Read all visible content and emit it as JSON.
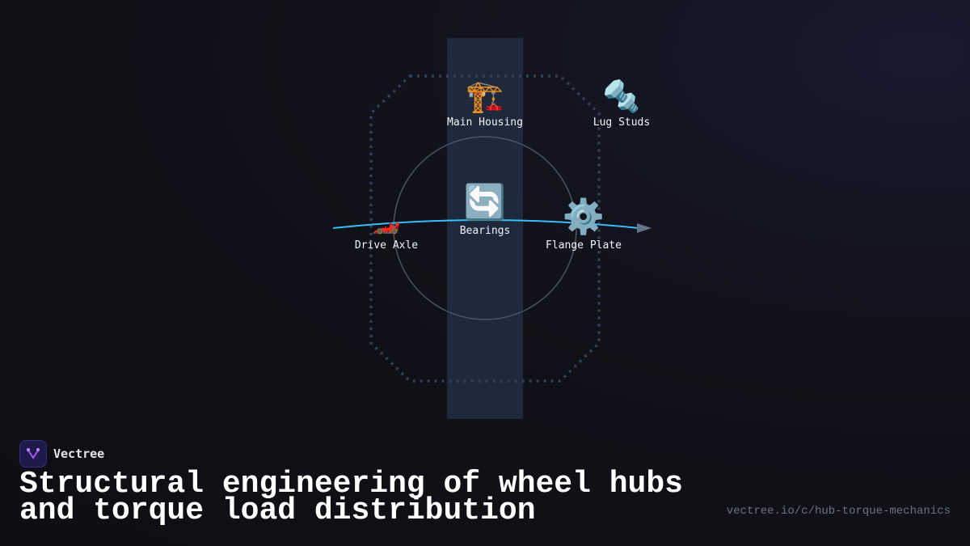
{
  "diagram": {
    "nodes": [
      {
        "id": "main-housing",
        "label": "Main Housing",
        "icon": "🏗️",
        "icon_name": "construction-crane-icon"
      },
      {
        "id": "lug-studs",
        "label": "Lug Studs",
        "icon": "🔩",
        "icon_name": "nut-and-bolt-icon"
      },
      {
        "id": "bearings",
        "label": "Bearings",
        "icon": "🔄",
        "icon_name": "counterclockwise-arrows-icon"
      },
      {
        "id": "drive-axle",
        "label": "Drive Axle",
        "icon": "🏎️",
        "icon_name": "racing-car-icon"
      },
      {
        "id": "flange-plate",
        "label": "Flange Plate",
        "icon": "⚙️",
        "icon_name": "gear-icon"
      }
    ],
    "colors": {
      "column": "#1e293b",
      "octagon": "#334155",
      "circle": "#475569",
      "curve": "#38bdf8",
      "arrow": "#64748b"
    }
  },
  "brand": {
    "name": "Vectree",
    "logo_color": "#a855f7"
  },
  "title": "Structural engineering of wheel hubs and torque load distribution",
  "url": "vectree.io/c/hub-torque-mechanics"
}
